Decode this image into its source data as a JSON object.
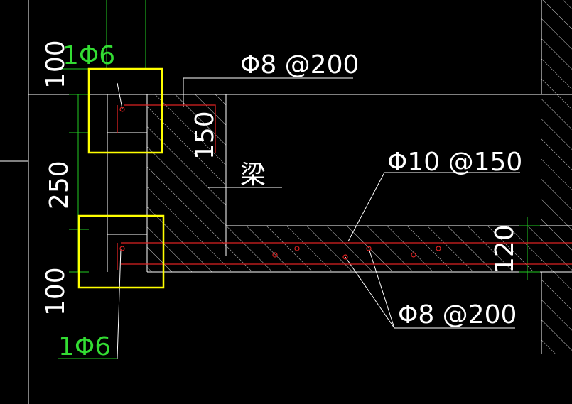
{
  "colors": {
    "background": "#000000",
    "line": "#ffffff",
    "dimension": "#22cc22",
    "rebar": "#dd2222",
    "highlight": "#ffff00"
  },
  "labels": {
    "top_stirrup": "Φ8 @200",
    "beam": "梁",
    "slab_top_rebar": "Φ10 @150",
    "slab_bottom_rebar": "Φ8 @200",
    "top_corner_bar": "1Φ6",
    "bottom_corner_bar": "1Φ6"
  },
  "dimensions": {
    "top": "100",
    "middle": "250",
    "bottom": "100",
    "beam_width": "150",
    "slab_thickness": "120"
  }
}
